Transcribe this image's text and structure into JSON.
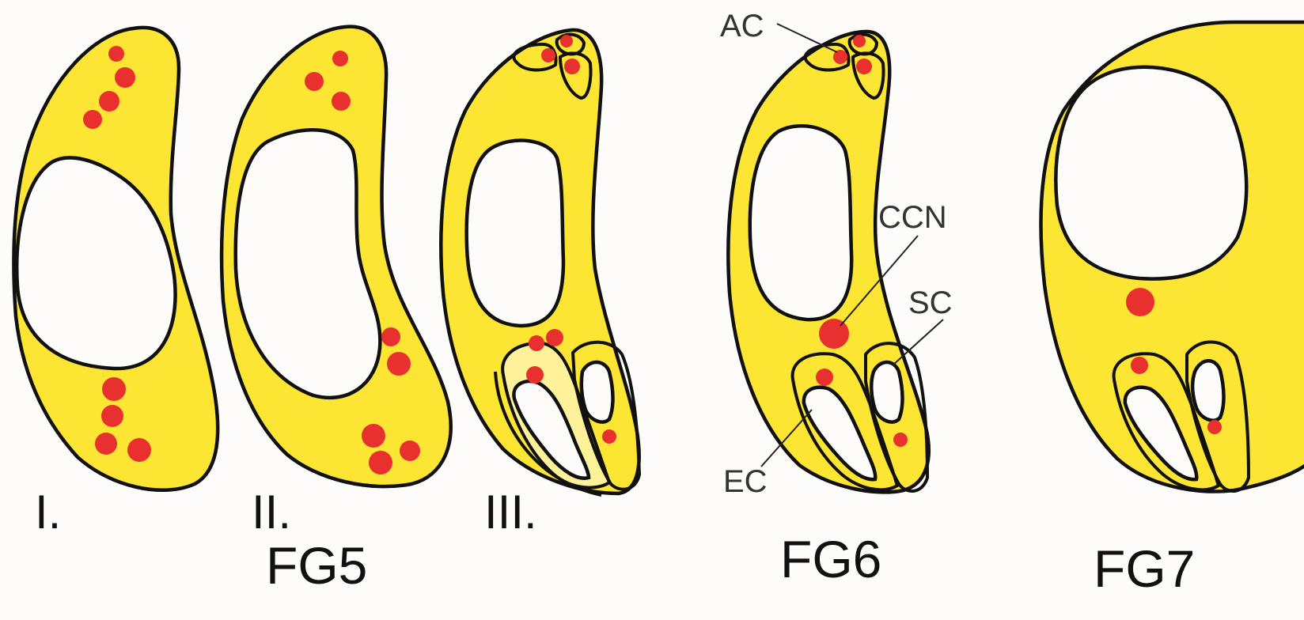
{
  "colors": {
    "body_fill": "#fce533",
    "outline": "#111111",
    "spot": "#e8302e",
    "background": "#fdfcfa"
  },
  "stages": [
    "I.",
    "II.",
    "III."
  ],
  "groups": [
    "FG5",
    "FG6",
    "FG7"
  ],
  "callouts": {
    "ac": "AC",
    "ccn": "CCN",
    "sc": "SC",
    "ec": "EC"
  }
}
